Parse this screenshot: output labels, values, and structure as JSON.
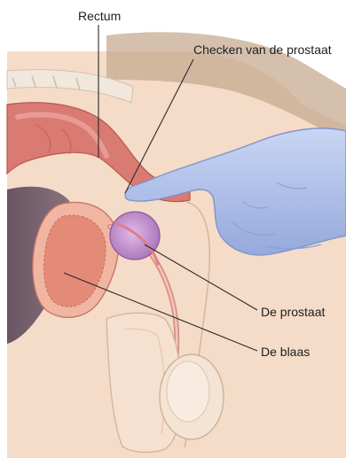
{
  "labels": {
    "rectum": "Rectum",
    "check": "Checken van de prostaat",
    "prostate": "De prostaat",
    "bladder": "De blaas"
  },
  "colors": {
    "skin": "#f4dcc8",
    "skin_dark": "#c7ab91",
    "rectum": "#d97a73",
    "bladder": "#eaa08e",
    "prostate": "#c796d3",
    "glove": "#b7c7ee",
    "pubic_bone": "#7a6570",
    "line": "#2a2a2a"
  }
}
